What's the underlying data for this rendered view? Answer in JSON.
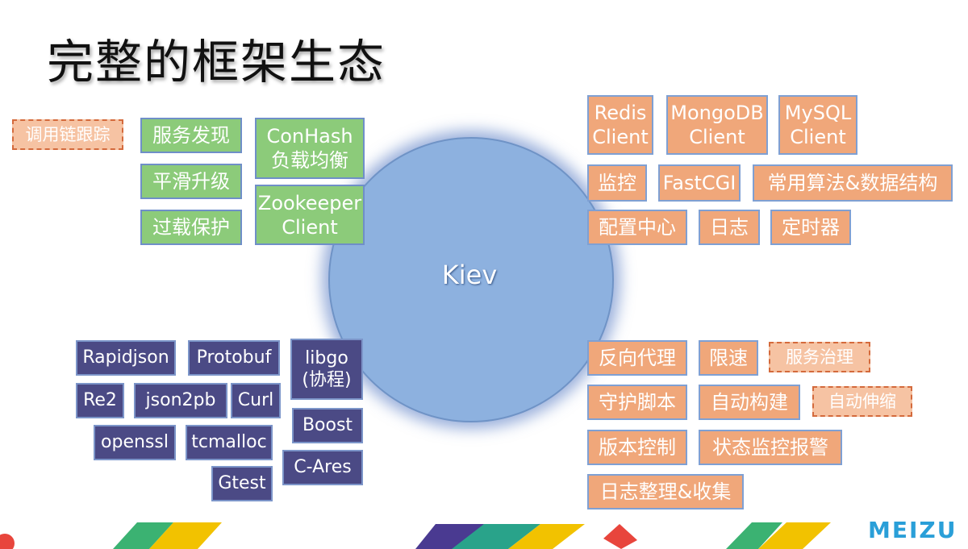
{
  "title": "完整的框架生态",
  "hub": "Kiev",
  "nodes": [
    {
      "label": "调用链跟踪",
      "style": "orange-dash"
    },
    {
      "label": "服务发现",
      "style": "green"
    },
    {
      "label": "平滑升级",
      "style": "green"
    },
    {
      "label": "过载保护",
      "style": "green"
    },
    {
      "label": "ConHash\n负载均衡",
      "style": "green"
    },
    {
      "label": "Zookeeper\nClient",
      "style": "green"
    },
    {
      "label": "Redis\nClient",
      "style": "orange"
    },
    {
      "label": "MongoDB\nClient",
      "style": "orange"
    },
    {
      "label": "MySQL\nClient",
      "style": "orange"
    },
    {
      "label": "监控",
      "style": "orange"
    },
    {
      "label": "FastCGI",
      "style": "orange"
    },
    {
      "label": "常用算法&数据结构",
      "style": "orange"
    },
    {
      "label": "配置中心",
      "style": "orange"
    },
    {
      "label": "日志",
      "style": "orange"
    },
    {
      "label": "定时器",
      "style": "orange"
    },
    {
      "label": "Rapidjson",
      "style": "purple"
    },
    {
      "label": "Protobuf",
      "style": "purple"
    },
    {
      "label": "libgo\n(协程)",
      "style": "purple"
    },
    {
      "label": "Re2",
      "style": "purple"
    },
    {
      "label": "json2pb",
      "style": "purple"
    },
    {
      "label": "Curl",
      "style": "purple"
    },
    {
      "label": "Boost",
      "style": "purple"
    },
    {
      "label": "openssl",
      "style": "purple"
    },
    {
      "label": "tcmalloc",
      "style": "purple"
    },
    {
      "label": "C-Ares",
      "style": "purple"
    },
    {
      "label": "Gtest",
      "style": "purple"
    },
    {
      "label": "反向代理",
      "style": "orange"
    },
    {
      "label": "限速",
      "style": "orange"
    },
    {
      "label": "服务治理",
      "style": "orange-dash"
    },
    {
      "label": "守护脚本",
      "style": "orange"
    },
    {
      "label": "自动构建",
      "style": "orange"
    },
    {
      "label": "自动伸缩",
      "style": "orange-dash"
    },
    {
      "label": "版本控制",
      "style": "orange"
    },
    {
      "label": "状态监控报警",
      "style": "orange"
    },
    {
      "label": "日志整理&收集",
      "style": "orange"
    }
  ],
  "brand": {
    "logo": "MEIZU",
    "color": "#2a9fd8"
  },
  "colors": {
    "green": "#8ccb7a",
    "orange": "#f0a77a",
    "purple": "#4b4a85",
    "hub": "#8db1df"
  }
}
